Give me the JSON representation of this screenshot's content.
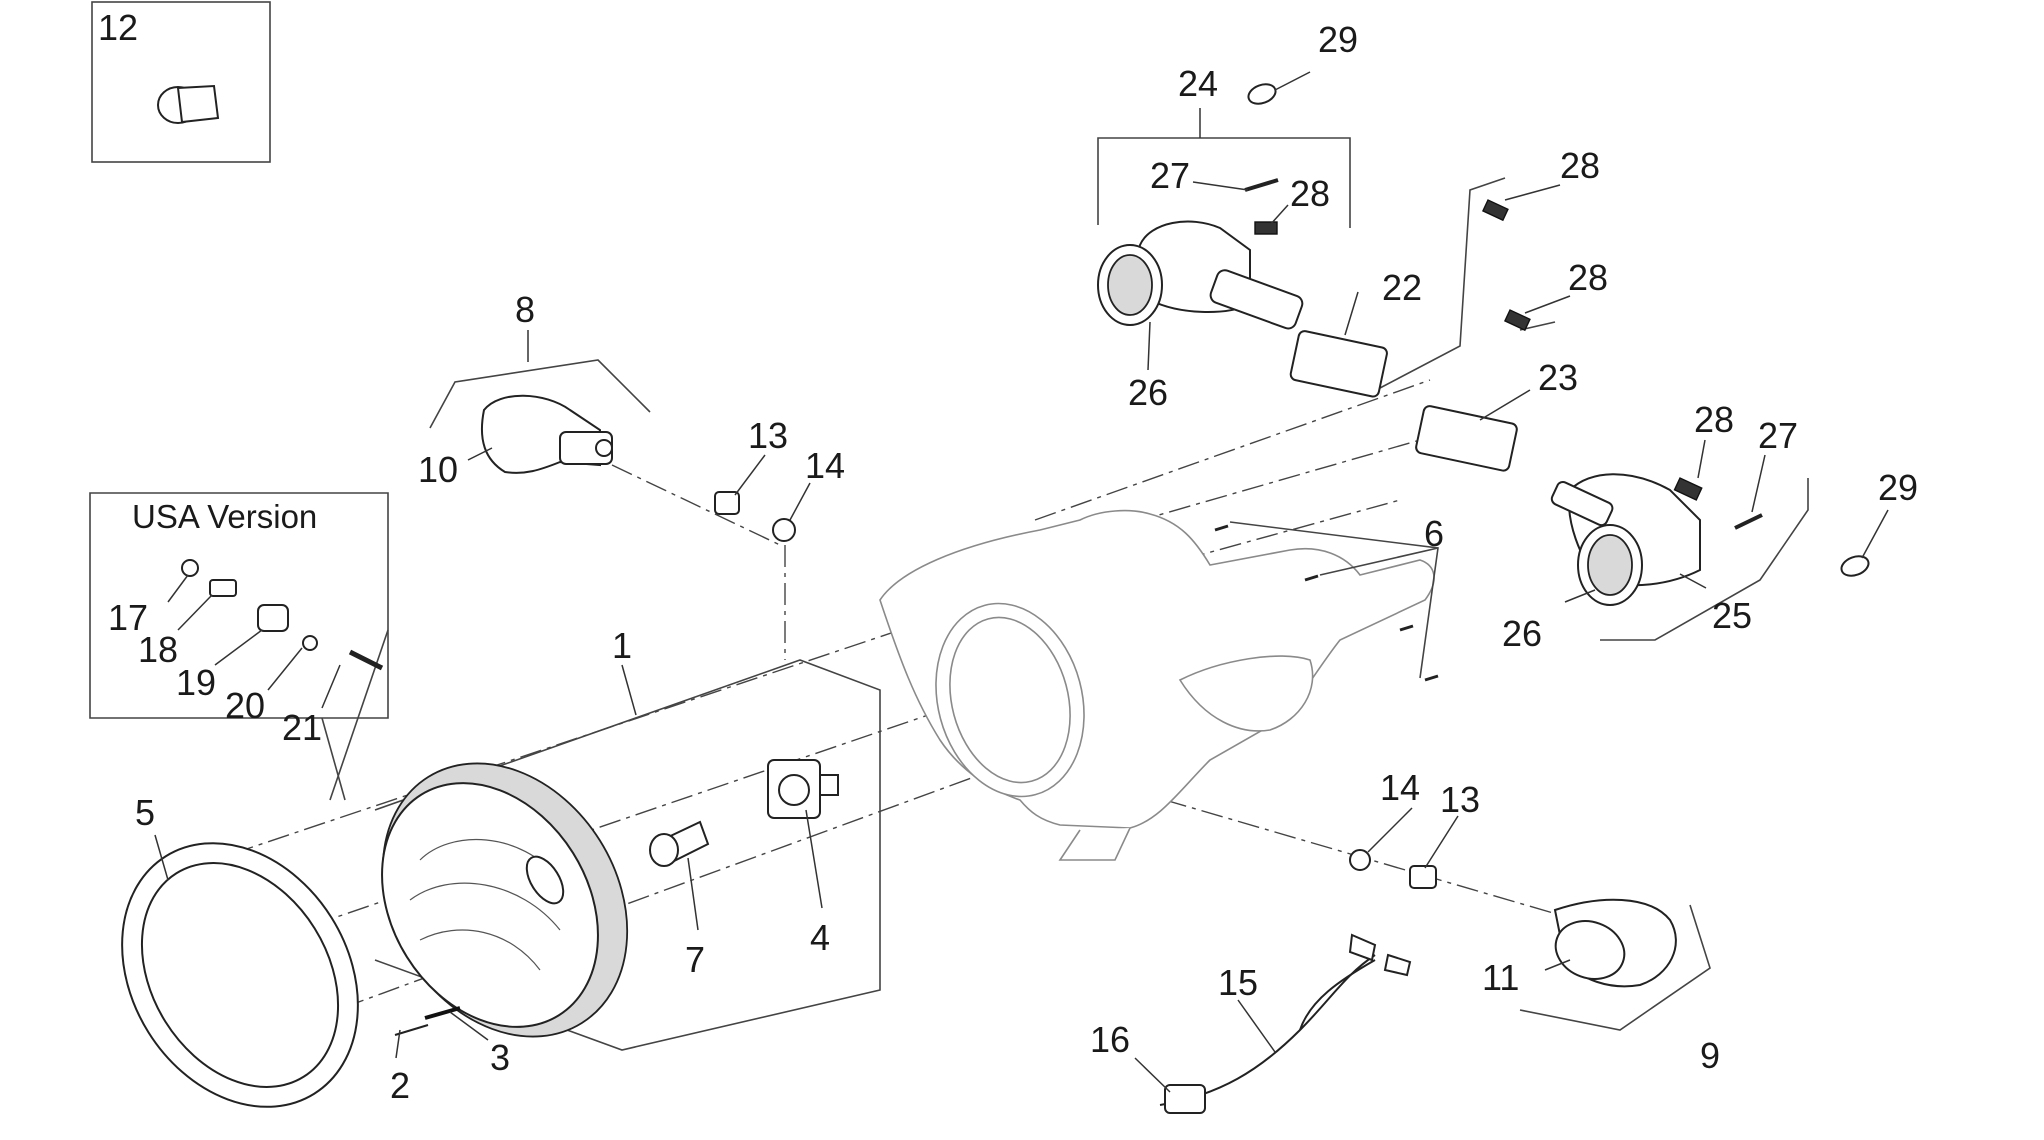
{
  "diagram": {
    "usa_version_caption": "USA Version",
    "labels": {
      "l1": "1",
      "l2": "2",
      "l3": "3",
      "l4": "4",
      "l5": "5",
      "l6": "6",
      "l7": "7",
      "l8": "8",
      "l9": "9",
      "l10": "10",
      "l11": "11",
      "l12": "12",
      "l13a": "13",
      "l13b": "13",
      "l14a": "14",
      "l14b": "14",
      "l15": "15",
      "l16": "16",
      "l17": "17",
      "l18": "18",
      "l19": "19",
      "l20": "20",
      "l21": "21",
      "l22": "22",
      "l23": "23",
      "l24": "24",
      "l25": "25",
      "l26a": "26",
      "l26b": "26",
      "l27a": "27",
      "l27b": "27",
      "l28a": "28",
      "l28b": "28",
      "l28c": "28",
      "l28d": "28",
      "l29a": "29",
      "l29b": "29"
    }
  }
}
